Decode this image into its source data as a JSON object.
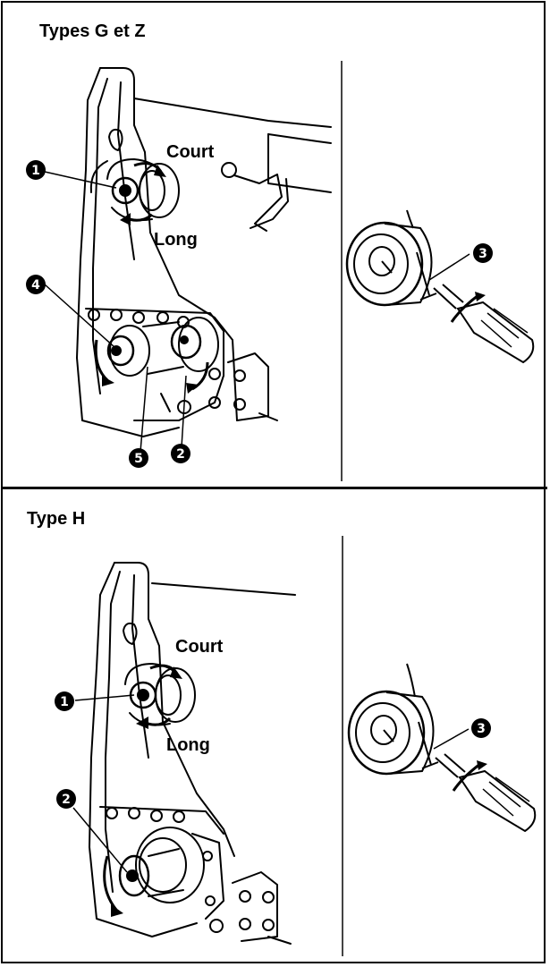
{
  "sections": [
    {
      "title": "Types G et Z",
      "label_short": "Court",
      "label_long": "Long",
      "callouts": [
        "1",
        "4",
        "5",
        "2",
        "3"
      ]
    },
    {
      "title": "Type H",
      "label_short": "Court",
      "label_long": "Long",
      "callouts": [
        "1",
        "2",
        "3"
      ]
    }
  ]
}
